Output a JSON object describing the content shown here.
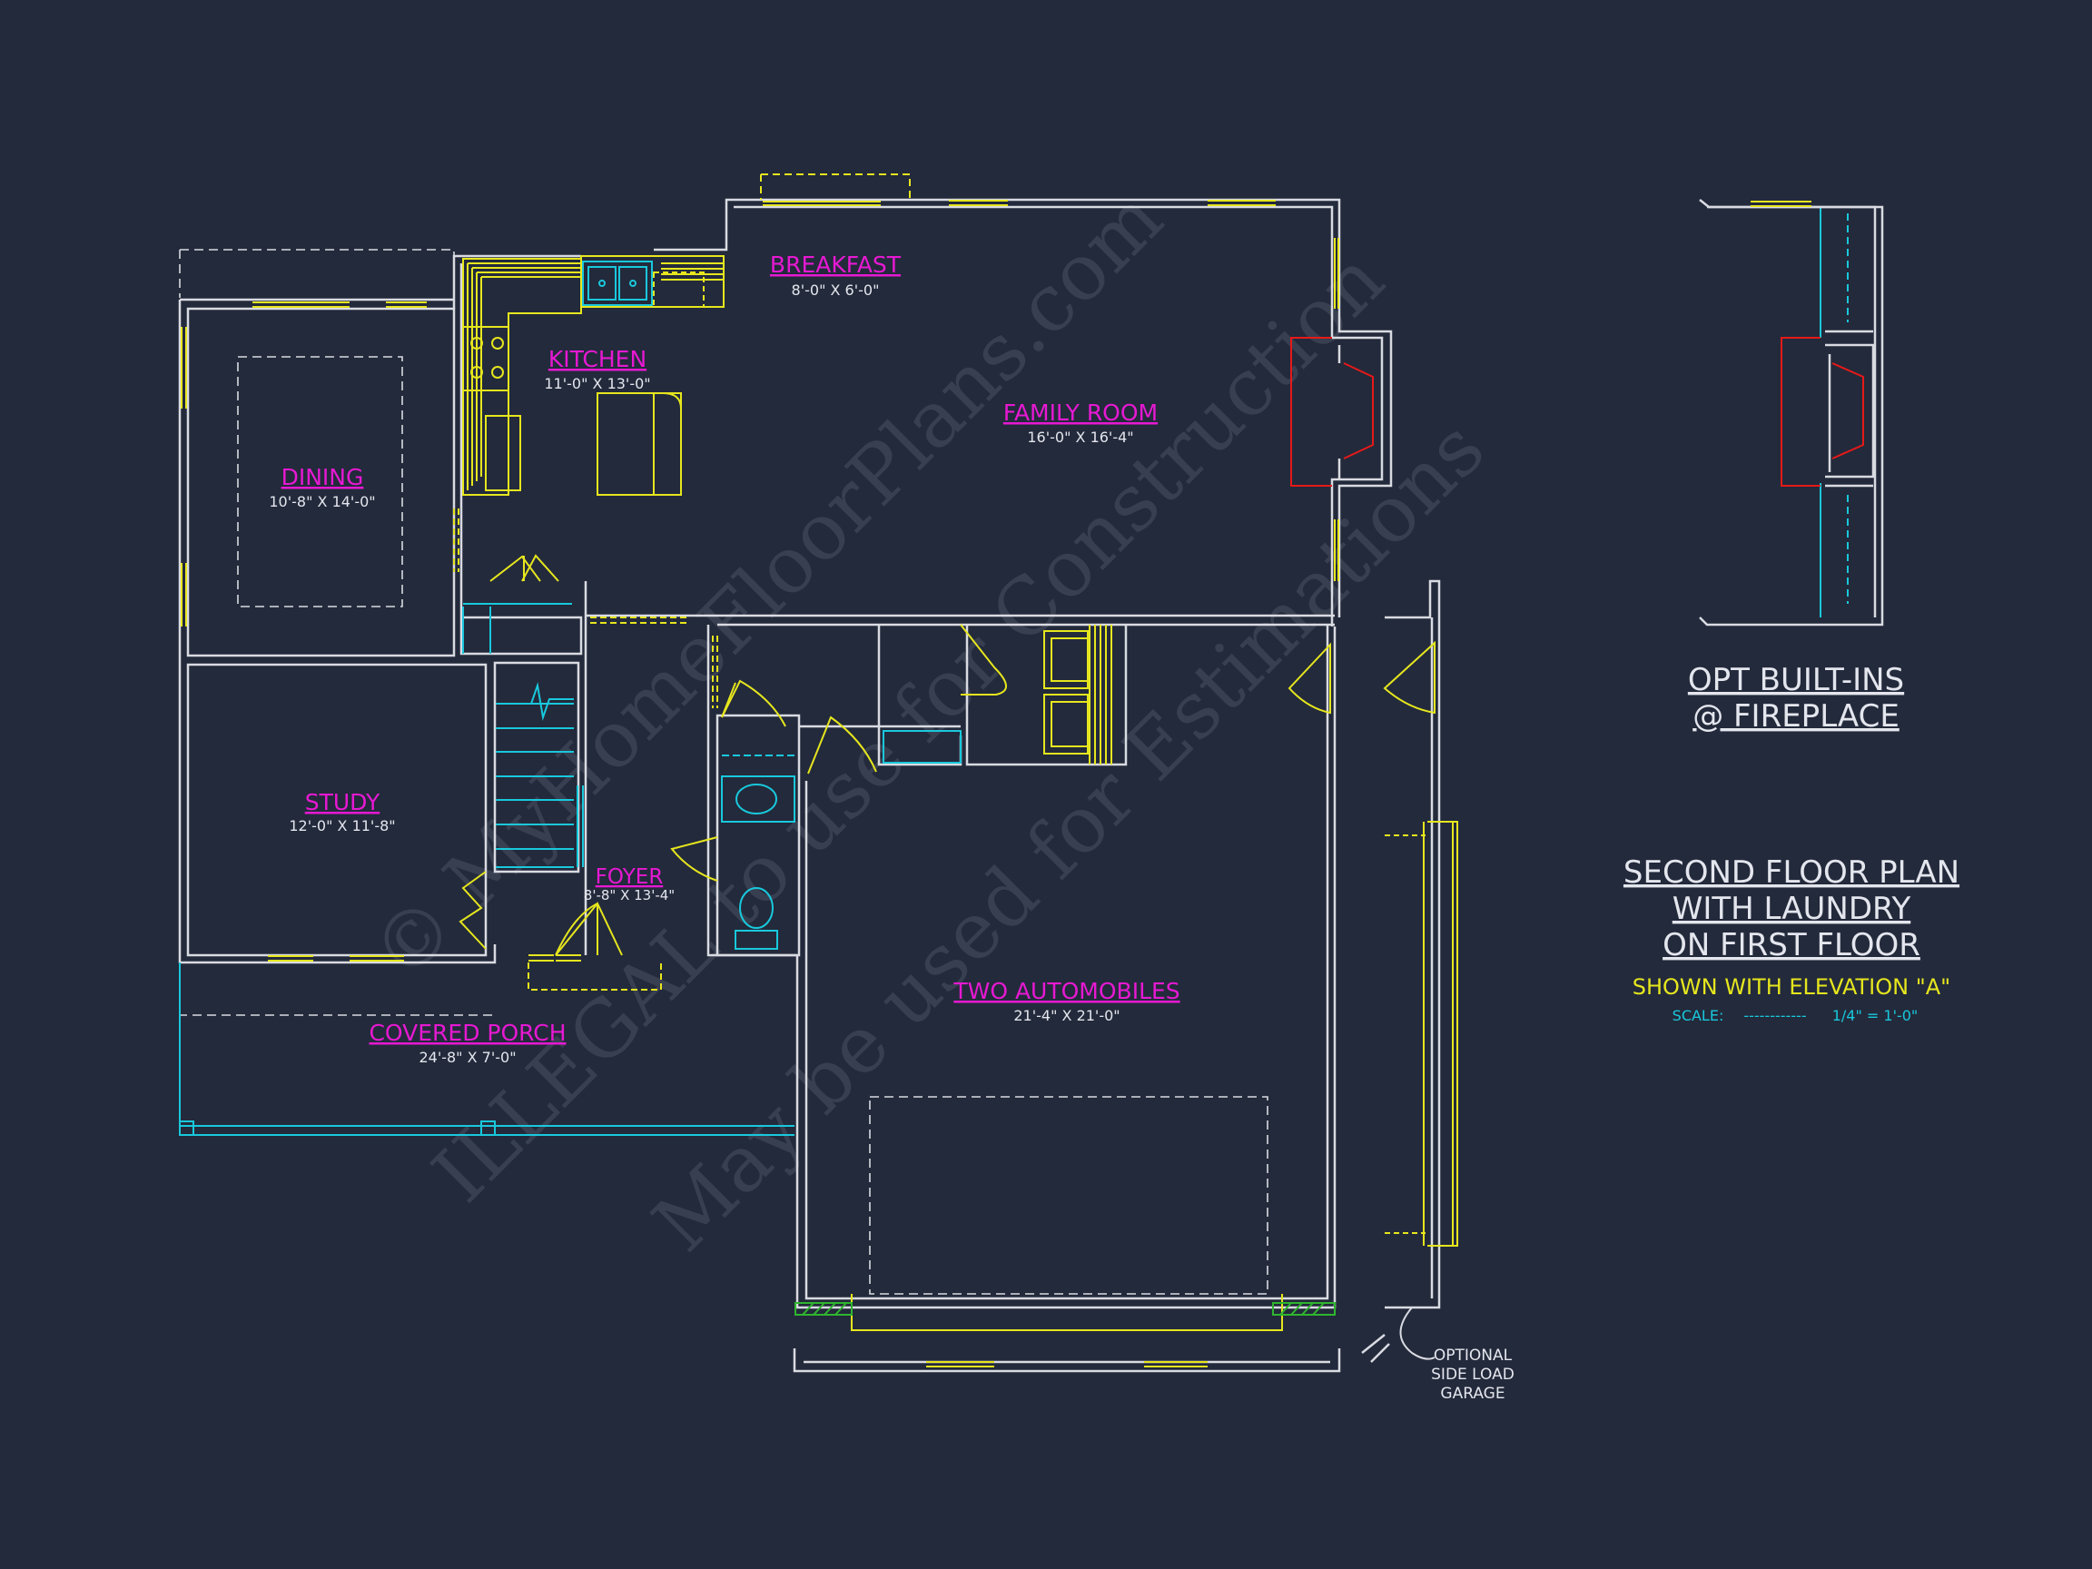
{
  "colors": {
    "background": "#232a3b",
    "wall": "#d9dbe2",
    "yellow": "#e6e61e",
    "magenta": "#e619d2",
    "cyan": "#19c8dc",
    "red": "#e61919",
    "green": "#2fb52f",
    "title_white": "#e4e6ee",
    "watermark": "#3a4152"
  },
  "rooms": {
    "breakfast": {
      "name": "BREAKFAST",
      "size": "8'-0\" X 6'-0\""
    },
    "kitchen": {
      "name": "KITCHEN",
      "size": "11'-0\" X 13'-0\""
    },
    "family_room": {
      "name": "FAMILY ROOM",
      "size": "16'-0\" X 16'-4\""
    },
    "dining": {
      "name": "DINING",
      "size": "10'-8\" X 14'-0\""
    },
    "study": {
      "name": "STUDY",
      "size": "12'-0\" X 11'-8\""
    },
    "foyer": {
      "name": "FOYER",
      "size": "8'-8\" X 13'-4\""
    },
    "garage": {
      "name": "TWO AUTOMOBILES",
      "size": "21'-4\" X 21'-0\""
    },
    "porch": {
      "name": "COVERED PORCH",
      "size": "24'-8\" X 7'-0\""
    }
  },
  "notes": {
    "optional_garage": [
      "OPTIONAL",
      "SIDE LOAD",
      "GARAGE"
    ],
    "builtins": [
      "OPT BUILT-INS",
      "@ FIREPLACE"
    ]
  },
  "title_block": {
    "line1": "SECOND FLOOR PLAN",
    "line2": "WITH LAUNDRY",
    "line3": "ON FIRST FLOOR",
    "elevation": "SHOWN WITH ELEVATION \"A\"",
    "scale_label": "SCALE:",
    "scale_dashes": "------------",
    "scale_value": "1/4\" = 1'-0\""
  },
  "watermark": {
    "line1": "© MyHomeFloorPlans.com",
    "line2": "ILLEGAL to use for Construction",
    "line3": "May be used for Estimations"
  }
}
